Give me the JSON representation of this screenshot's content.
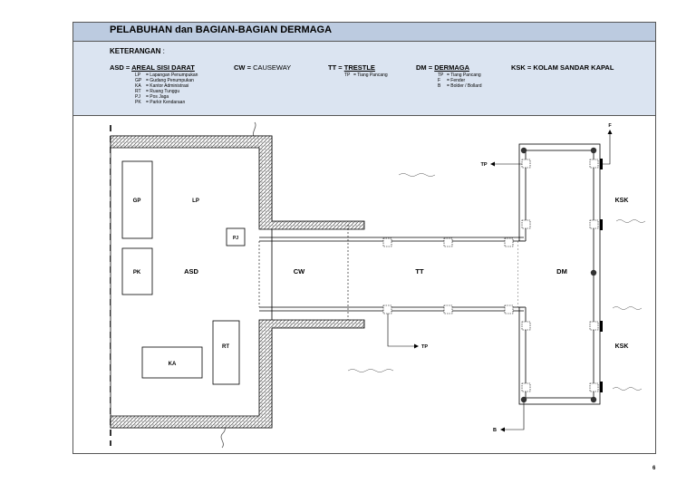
{
  "title": "PELABUHAN dan BAGIAN-BAGIAN DERMAGA",
  "legend": {
    "heading": "KETERANGAN",
    "heading_colon": " :",
    "asd": {
      "code": "ASD",
      "eq": " = ",
      "name": "AREAL SISI DARAT",
      "items": [
        {
          "code": "LP",
          "desc": "= Lapangan Penumpukan"
        },
        {
          "code": "GP",
          "desc": "= Gudang Penumpukan"
        },
        {
          "code": "KA",
          "desc": "= Kantor Administrasi"
        },
        {
          "code": "RT",
          "desc": "= Ruang Tunggu"
        },
        {
          "code": "PJ",
          "desc": "= Pos Jaga"
        },
        {
          "code": "PK",
          "desc": "= Parkir Kendaraan"
        }
      ]
    },
    "cw": {
      "code": "CW",
      "eq": " = ",
      "name": "CAUSEWAY"
    },
    "tt": {
      "code": "TT",
      "eq": " = ",
      "name": "TRESTLE",
      "items": [
        {
          "code": "TP",
          "desc": "= Tiang Pancang"
        }
      ]
    },
    "dm": {
      "code": "DM",
      "eq": " = ",
      "name": "DERMAGA",
      "items": [
        {
          "code": "TP",
          "desc": "= Tiang Pancang"
        },
        {
          "code": "F",
          "desc": "= Fender"
        },
        {
          "code": "B",
          "desc": "= Bolder / Bollard"
        }
      ]
    },
    "ksk": {
      "code": "KSK",
      "eq": " = ",
      "name": "KOLAM SANDAR KAPAL"
    }
  },
  "diagram": {
    "labels": {
      "gp": "GP",
      "lp": "LP",
      "pj": "PJ",
      "pk": "PK",
      "asd": "ASD",
      "rt": "RT",
      "ka": "KA",
      "cw": "CW",
      "tt": "TT",
      "dm": "DM",
      "ksk_top": "KSK",
      "ksk_bottom": "KSK",
      "f": "F",
      "tp_top": "TP",
      "tp_bottom": "TP",
      "b": "B"
    }
  },
  "page_number": "6",
  "colors": {
    "title_bar": "#bccbe0",
    "legend_bg": "#dbe4f1",
    "border": "#555555"
  }
}
